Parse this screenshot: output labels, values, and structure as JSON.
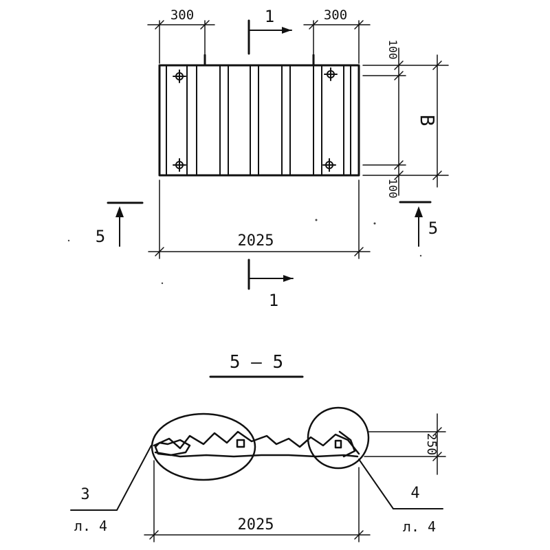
{
  "plan": {
    "dim_left_top": "300",
    "dim_right_top": "300",
    "section_1_top": "1",
    "section_1_bottom": "1",
    "dim_top_offset": "100",
    "dim_height": "B",
    "dim_bottom_offset": "100",
    "section_5_left": "5",
    "section_5_right": "5",
    "dim_width": "2025"
  },
  "section": {
    "title": "5 — 5",
    "dim_height": "250",
    "dim_width": "2025",
    "callout_left_num": "3",
    "callout_left_sheet": "л. 4",
    "callout_right_num": "4",
    "callout_right_sheet": "л. 4"
  },
  "colors": {
    "ink": "#111111",
    "paper": "#ffffff"
  }
}
